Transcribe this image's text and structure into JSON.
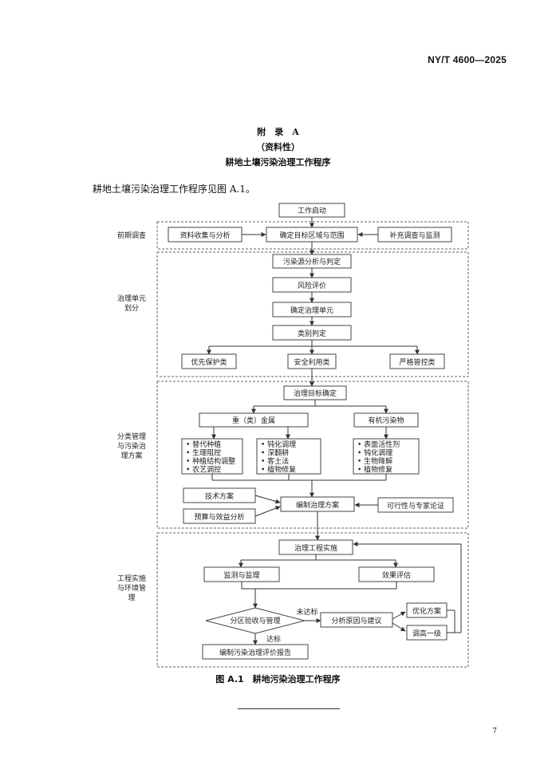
{
  "header": {
    "standard_code": "NY/T 4600—2025"
  },
  "appendix": {
    "title": "附　录　A",
    "type": "（资料性）",
    "name": "耕地土壤污染治理工作程序"
  },
  "intro_text": "耕地土壤污染治理工作程序见图 A.1。",
  "flowchart": {
    "start": "工作启动",
    "phases": {
      "survey": "前期调查",
      "unit": "治理单元\n划分",
      "plan": "分类管理\n与污染治\n理方案",
      "impl": "工程实施\n与环境管\n理"
    },
    "survey": {
      "collect": "资料收集与分析",
      "target_area": "确定目标区域与范围",
      "supplement": "补充调查与监测"
    },
    "unit": {
      "source": "污染源分析与判定",
      "risk": "风险评价",
      "determine_unit": "确定治理单元",
      "category": "类别判定",
      "priority": "优先保护类",
      "safe_use": "安全利用类",
      "strict": "严格管控类"
    },
    "plan": {
      "target": "治理目标确定",
      "heavy_metal": "重（类）金属",
      "organic": "有机污染物",
      "measures_a": [
        "替代种植",
        "生理阻控",
        "种植结构调整",
        "农艺调控"
      ],
      "measures_b": [
        "钝化调理",
        "深翻耕",
        "客土法",
        "植物修复"
      ],
      "measures_c": [
        "表面活性剂",
        "钝化调理",
        "生物降解",
        "植物修复"
      ],
      "tech_plan": "技术方案",
      "budget": "预算与效益分析",
      "compile": "编制治理方案",
      "feasibility": "可行性与专家论证"
    },
    "impl": {
      "implement": "治理工程实施",
      "monitor": "监测与监理",
      "evaluate": "效果评估",
      "acceptance": "分区验收与管理",
      "not_met": "未达标",
      "analysis": "分析原因与建议",
      "optimize": "优化方案",
      "upgrade": "调高一级",
      "met": "达标",
      "report": "编制污染治理评价报告"
    }
  },
  "figure_caption": "图 A.1　耕地污染治理工作程序",
  "page_number": "7"
}
